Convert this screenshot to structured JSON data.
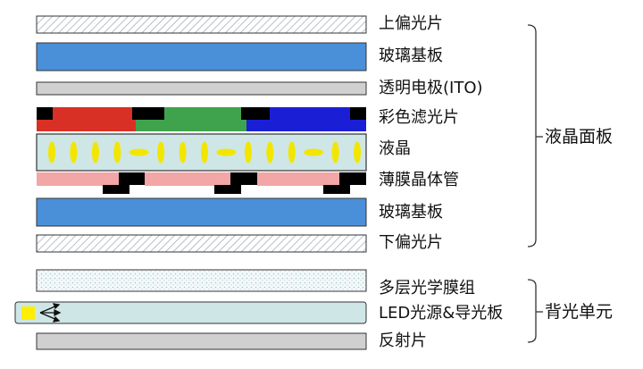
{
  "layers": [
    {
      "id": "top-polarizer",
      "label": "上偏光片"
    },
    {
      "id": "glass-substrate-top",
      "label": "玻璃基板"
    },
    {
      "id": "ito-electrode",
      "label": "透明电极(ITO)"
    },
    {
      "id": "color-filter",
      "label": "彩色滤光片"
    },
    {
      "id": "liquid-crystal",
      "label": "液晶"
    },
    {
      "id": "tft",
      "label": "薄膜晶体管"
    },
    {
      "id": "glass-substrate-bottom",
      "label": "玻璃基板"
    },
    {
      "id": "bottom-polarizer",
      "label": "下偏光片"
    },
    {
      "id": "optical-films",
      "label": "多层光学膜组"
    },
    {
      "id": "led-light-guide",
      "label": "LED光源&导光板"
    },
    {
      "id": "reflector",
      "label": "反射片"
    }
  ],
  "groups": {
    "lcd_panel": "液晶面板",
    "backlight": "背光单元"
  },
  "colors": {
    "glass": "#4a90d9",
    "ito": "#d0d0d0",
    "cf_red": "#d93025",
    "cf_green": "#3fa34d",
    "cf_blue": "#1a1fd6",
    "black_matrix": "#000000",
    "lc_fill": "#cfe6e6",
    "lc_molecule": "#f2e600",
    "tft_pink": "#f2a6a6",
    "light_guide": "#cfe6e6",
    "led": "#ffee00",
    "reflector": "#d0d0d0"
  }
}
